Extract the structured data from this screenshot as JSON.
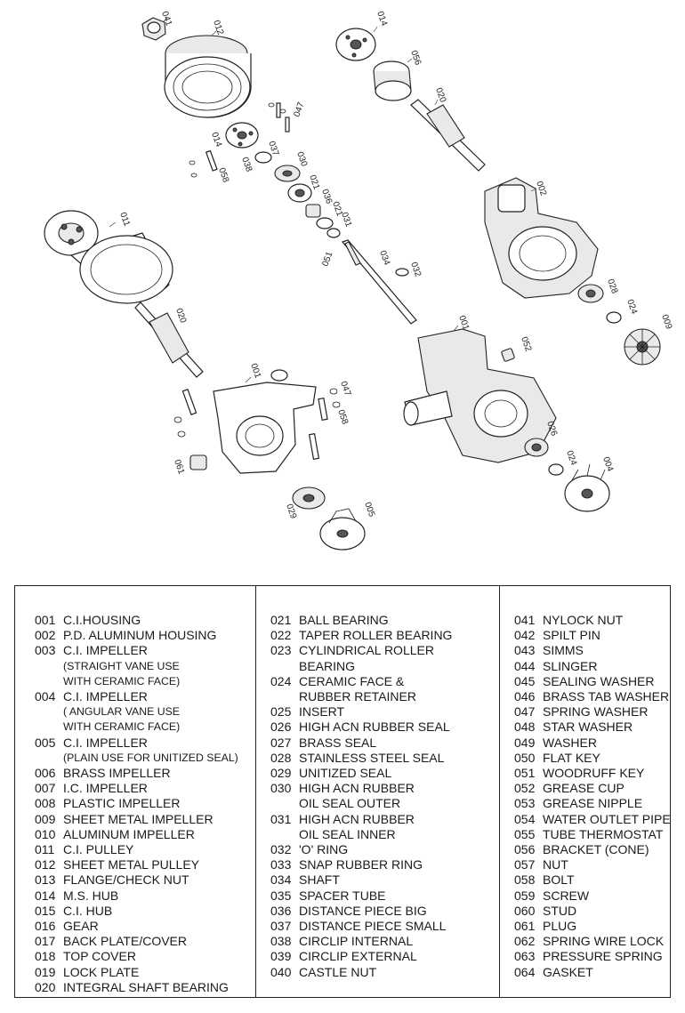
{
  "diagram": {
    "labels": [
      "041",
      "012",
      "014",
      "056",
      "020",
      "047",
      "014",
      "037",
      "030",
      "038",
      "058",
      "021",
      "036",
      "002",
      "011",
      "021",
      "031",
      "034",
      "051",
      "032",
      "028",
      "024",
      "020",
      "009",
      "001",
      "052",
      "001",
      "047",
      "058",
      "026",
      "024",
      "004",
      "061",
      "029",
      "005"
    ]
  },
  "legend": {
    "columns": [
      [
        {
          "code": "001",
          "lines": [
            "C.I.HOUSING"
          ]
        },
        {
          "code": "002",
          "lines": [
            "P.D. ALUMINUM HOUSING"
          ]
        },
        {
          "code": "003",
          "lines": [
            "C.I. IMPELLER",
            "(STRAIGHT VANE USE",
            "WITH CERAMIC FACE)"
          ]
        },
        {
          "code": "004",
          "lines": [
            "C.I. IMPELLER",
            "( ANGULAR VANE USE",
            "WITH CERAMIC FACE)"
          ]
        },
        {
          "code": "005",
          "lines": [
            "C.I. IMPELLER",
            "(PLAIN USE FOR UNITIZED SEAL)"
          ]
        },
        {
          "code": "006",
          "lines": [
            "BRASS IMPELLER"
          ]
        },
        {
          "code": "007",
          "lines": [
            "I.C. IMPELLER"
          ]
        },
        {
          "code": "008",
          "lines": [
            "PLASTIC IMPELLER"
          ]
        },
        {
          "code": "009",
          "lines": [
            "SHEET METAL IMPELLER"
          ]
        },
        {
          "code": "010",
          "lines": [
            "ALUMINUM IMPELLER"
          ]
        },
        {
          "code": "011",
          "lines": [
            "C.I. PULLEY"
          ]
        },
        {
          "code": "012",
          "lines": [
            "SHEET METAL PULLEY"
          ]
        },
        {
          "code": "013",
          "lines": [
            "FLANGE/CHECK NUT"
          ]
        },
        {
          "code": "014",
          "lines": [
            "M.S. HUB"
          ]
        },
        {
          "code": "015",
          "lines": [
            "C.I. HUB"
          ]
        },
        {
          "code": "016",
          "lines": [
            "GEAR"
          ]
        },
        {
          "code": "017",
          "lines": [
            "BACK PLATE/COVER"
          ]
        },
        {
          "code": "018",
          "lines": [
            "TOP COVER"
          ]
        },
        {
          "code": "019",
          "lines": [
            "LOCK PLATE"
          ]
        },
        {
          "code": "020",
          "lines": [
            "INTEGRAL SHAFT BEARING"
          ]
        }
      ],
      [
        {
          "code": "021",
          "lines": [
            "BALL BEARING"
          ]
        },
        {
          "code": "022",
          "lines": [
            "TAPER ROLLER BEARING"
          ]
        },
        {
          "code": "023",
          "lines": [
            "CYLINDRICAL ROLLER",
            "BEARING"
          ]
        },
        {
          "code": "024",
          "lines": [
            "CERAMIC FACE &",
            "RUBBER RETAINER"
          ]
        },
        {
          "code": "025",
          "lines": [
            "INSERT"
          ]
        },
        {
          "code": "026",
          "lines": [
            "HIGH ACN RUBBER SEAL"
          ]
        },
        {
          "code": "027",
          "lines": [
            "BRASS SEAL"
          ]
        },
        {
          "code": "028",
          "lines": [
            "STAINLESS STEEL SEAL"
          ]
        },
        {
          "code": "029",
          "lines": [
            "UNITIZED SEAL"
          ]
        },
        {
          "code": "030",
          "lines": [
            "HIGH ACN RUBBER",
            "OIL SEAL OUTER"
          ]
        },
        {
          "code": "031",
          "lines": [
            "HIGH ACN RUBBER",
            "OIL SEAL INNER"
          ]
        },
        {
          "code": "032",
          "lines": [
            "'O' RING"
          ]
        },
        {
          "code": "033",
          "lines": [
            "SNAP RUBBER RING"
          ]
        },
        {
          "code": "034",
          "lines": [
            "SHAFT"
          ]
        },
        {
          "code": "035",
          "lines": [
            "SPACER TUBE"
          ]
        },
        {
          "code": "036",
          "lines": [
            "DISTANCE PIECE BIG"
          ]
        },
        {
          "code": "037",
          "lines": [
            "DISTANCE PIECE SMALL"
          ]
        },
        {
          "code": "038",
          "lines": [
            "CIRCLIP INTERNAL"
          ]
        },
        {
          "code": "039",
          "lines": [
            "CIRCLIP EXTERNAL"
          ]
        },
        {
          "code": "040",
          "lines": [
            "CASTLE NUT"
          ]
        }
      ],
      [
        {
          "code": "041",
          "lines": [
            "NYLOCK NUT"
          ]
        },
        {
          "code": "042",
          "lines": [
            "SPILT PIN"
          ]
        },
        {
          "code": "043",
          "lines": [
            "SIMMS"
          ]
        },
        {
          "code": "044",
          "lines": [
            "SLINGER"
          ]
        },
        {
          "code": "045",
          "lines": [
            "SEALING WASHER"
          ]
        },
        {
          "code": "046",
          "lines": [
            "BRASS TAB WASHER"
          ]
        },
        {
          "code": "047",
          "lines": [
            "SPRING WASHER"
          ]
        },
        {
          "code": "048",
          "lines": [
            "STAR WASHER"
          ]
        },
        {
          "code": "049",
          "lines": [
            "WASHER"
          ]
        },
        {
          "code": "050",
          "lines": [
            "FLAT KEY"
          ]
        },
        {
          "code": "051",
          "lines": [
            "WOODRUFF KEY"
          ]
        },
        {
          "code": "052",
          "lines": [
            "GREASE CUP"
          ]
        },
        {
          "code": "053",
          "lines": [
            "GREASE NIPPLE"
          ]
        },
        {
          "code": "054",
          "lines": [
            "WATER OUTLET PIPE"
          ]
        },
        {
          "code": "055",
          "lines": [
            "TUBE THERMOSTAT"
          ]
        },
        {
          "code": "056",
          "lines": [
            "BRACKET (CONE)"
          ]
        },
        {
          "code": "057",
          "lines": [
            "NUT"
          ]
        },
        {
          "code": "058",
          "lines": [
            "BOLT"
          ]
        },
        {
          "code": "059",
          "lines": [
            "SCREW"
          ]
        },
        {
          "code": "060",
          "lines": [
            "STUD"
          ]
        },
        {
          "code": "061",
          "lines": [
            "PLUG"
          ]
        },
        {
          "code": "062",
          "lines": [
            "SPRING WIRE LOCK"
          ]
        },
        {
          "code": "063",
          "lines": [
            "PRESSURE SPRING"
          ]
        },
        {
          "code": "064",
          "lines": [
            "GASKET"
          ]
        }
      ]
    ]
  }
}
